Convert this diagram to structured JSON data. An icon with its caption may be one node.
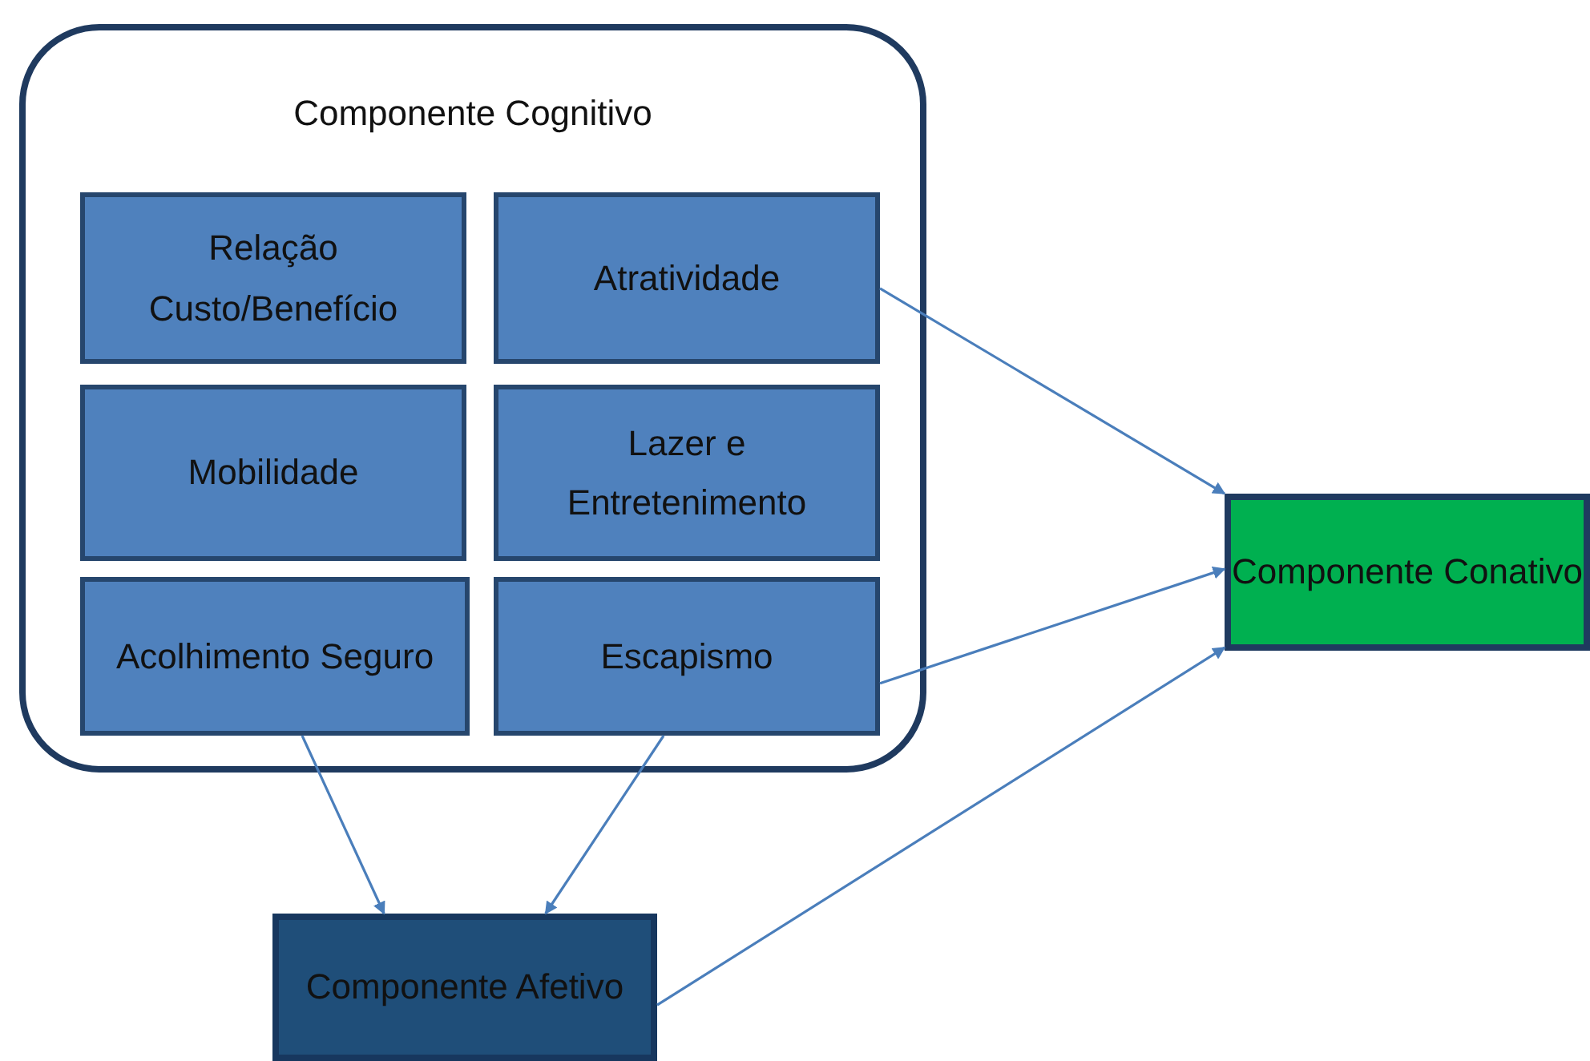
{
  "diagram": {
    "nodes": [
      {
        "text": [
          "Componente Cognitivo"
        ]
      },
      {
        "text": [
          "Relação Custo/Benefício"
        ],
        "in": 0
      },
      {
        "text": [
          "Atratividade"
        ],
        "in": 0
      },
      {
        "text": [
          "Mobilidade"
        ],
        "in": 0
      },
      {
        "text": [
          "Lazer e Entretenimento"
        ],
        "in": 0
      },
      {
        "text": [
          "Acolhimento Seguro"
        ],
        "in": 0
      },
      {
        "text": [
          "Escapismo"
        ],
        "in": 0
      },
      {
        "text": [
          "Componente Conativo"
        ]
      },
      {
        "text": [
          "Componente Afetivo"
        ]
      }
    ],
    "edges": [
      {
        "from": 2,
        "to": 7,
        "arrow": "to"
      },
      {
        "from": 6,
        "to": 7,
        "arrow": "to"
      },
      {
        "from": 5,
        "to": 8,
        "arrow": "to"
      },
      {
        "from": 6,
        "to": 8,
        "arrow": "to"
      },
      {
        "from": 8,
        "to": 7,
        "arrow": "to"
      }
    ]
  }
}
